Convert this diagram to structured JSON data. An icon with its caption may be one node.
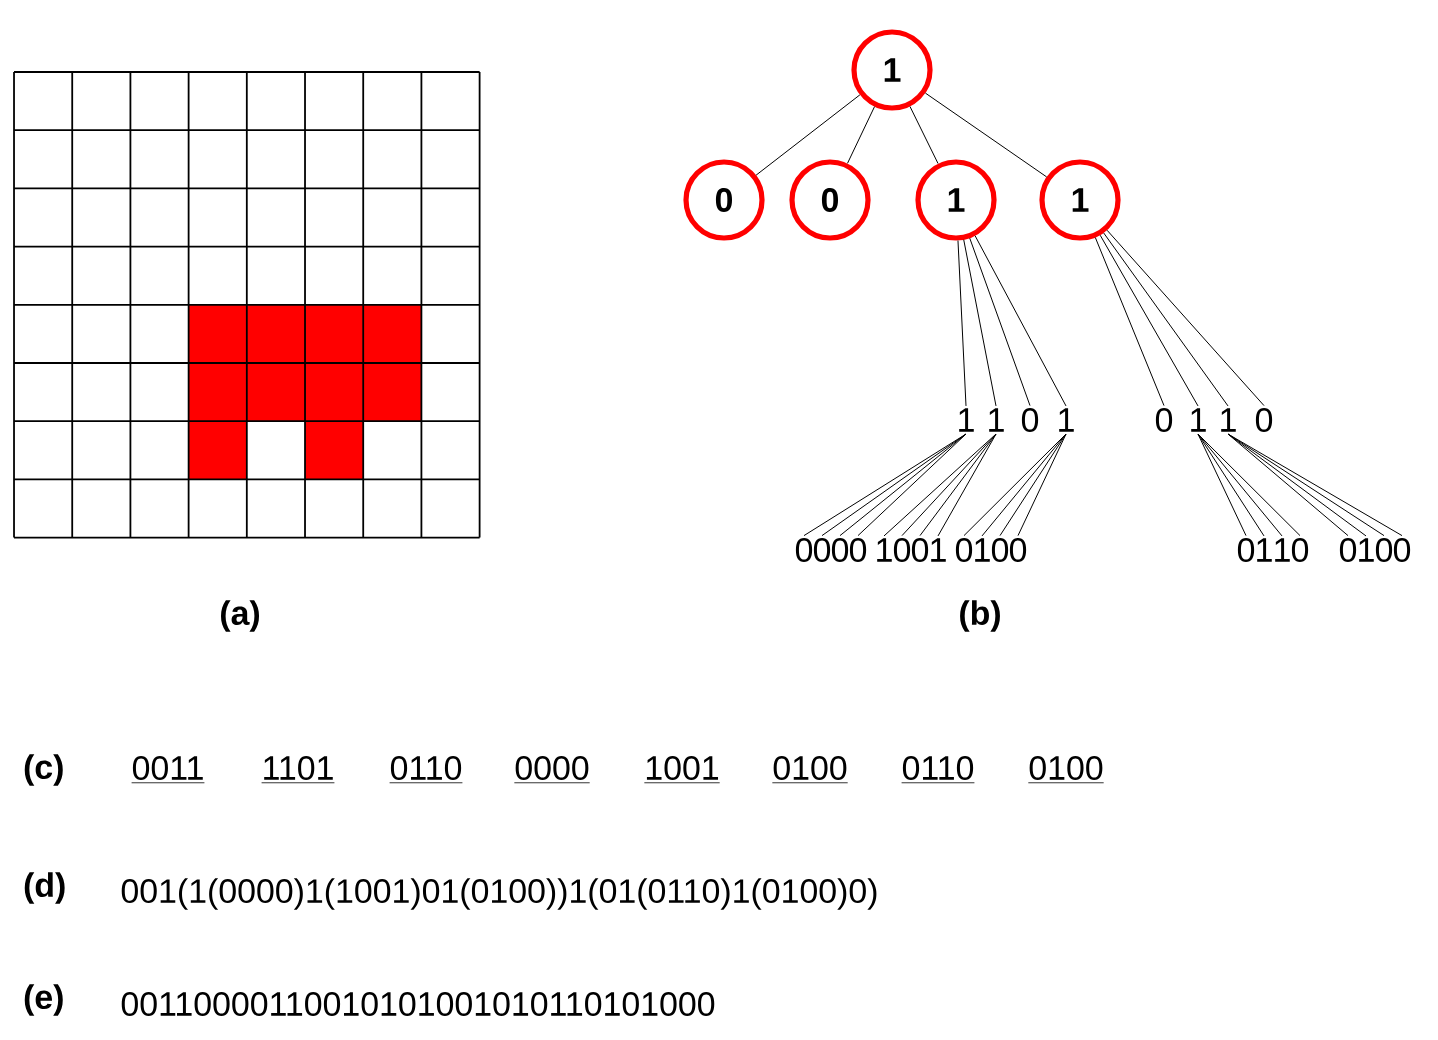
{
  "diagram": {
    "nodes": [
      {
        "text": [
          "1"
        ]
      },
      {
        "text": [
          "0"
        ]
      },
      {
        "text": [
          "0"
        ]
      },
      {
        "text": [
          "1"
        ]
      },
      {
        "text": [
          "1"
        ]
      },
      {
        "text": [
          "1"
        ]
      },
      {
        "text": [
          "1"
        ]
      },
      {
        "text": [
          "0"
        ]
      },
      {
        "text": [
          "1"
        ]
      },
      {
        "text": [
          "0"
        ]
      },
      {
        "text": [
          "1"
        ]
      },
      {
        "text": [
          "1"
        ]
      },
      {
        "text": [
          "0"
        ]
      },
      {
        "text": [
          "0"
        ]
      },
      {
        "text": [
          "0"
        ]
      },
      {
        "text": [
          "0"
        ]
      },
      {
        "text": [
          "0"
        ]
      },
      {
        "text": [
          "1"
        ]
      },
      {
        "text": [
          "0"
        ]
      },
      {
        "text": [
          "0"
        ]
      },
      {
        "text": [
          "1"
        ]
      },
      {
        "text": [
          "0"
        ]
      },
      {
        "text": [
          "1"
        ]
      },
      {
        "text": [
          "0"
        ]
      },
      {
        "text": [
          "0"
        ]
      },
      {
        "text": [
          "0"
        ]
      },
      {
        "text": [
          "1"
        ]
      },
      {
        "text": [
          "1"
        ]
      },
      {
        "text": [
          "0"
        ]
      },
      {
        "text": [
          "0"
        ]
      },
      {
        "text": [
          "1"
        ]
      },
      {
        "text": [
          "0"
        ]
      },
      {
        "text": [
          "0"
        ]
      }
    ],
    "edges": [
      {
        "from": 0,
        "to": 1,
        "arrow": "none"
      },
      {
        "from": 0,
        "to": 2,
        "arrow": "none"
      },
      {
        "from": 0,
        "to": 3,
        "arrow": "none"
      },
      {
        "from": 0,
        "to": 4,
        "arrow": "none"
      },
      {
        "from": 3,
        "to": 5,
        "arrow": "none"
      },
      {
        "from": 3,
        "to": 6,
        "arrow": "none"
      },
      {
        "from": 3,
        "to": 7,
        "arrow": "none"
      },
      {
        "from": 3,
        "to": 8,
        "arrow": "none"
      },
      {
        "from": 4,
        "to": 9,
        "arrow": "none"
      },
      {
        "from": 4,
        "to": 10,
        "arrow": "none"
      },
      {
        "from": 4,
        "to": 11,
        "arrow": "none"
      },
      {
        "from": 4,
        "to": 12,
        "arrow": "none"
      },
      {
        "from": 5,
        "to": 13,
        "arrow": "none"
      },
      {
        "from": 5,
        "to": 14,
        "arrow": "none"
      },
      {
        "from": 5,
        "to": 15,
        "arrow": "none"
      },
      {
        "from": 5,
        "to": 16,
        "arrow": "none"
      },
      {
        "from": 6,
        "to": 17,
        "arrow": "none"
      },
      {
        "from": 6,
        "to": 18,
        "arrow": "none"
      },
      {
        "from": 6,
        "to": 19,
        "arrow": "none"
      },
      {
        "from": 6,
        "to": 20,
        "arrow": "none"
      },
      {
        "from": 8,
        "to": 21,
        "arrow": "none"
      },
      {
        "from": 8,
        "to": 22,
        "arrow": "none"
      },
      {
        "from": 8,
        "to": 23,
        "arrow": "none"
      },
      {
        "from": 8,
        "to": 24,
        "arrow": "none"
      },
      {
        "from": 10,
        "to": 25,
        "arrow": "none"
      },
      {
        "from": 10,
        "to": 26,
        "arrow": "none"
      },
      {
        "from": 10,
        "to": 27,
        "arrow": "none"
      },
      {
        "from": 10,
        "to": 28,
        "arrow": "none"
      },
      {
        "from": 11,
        "to": 29,
        "arrow": "none"
      },
      {
        "from": 11,
        "to": 30,
        "arrow": "none"
      },
      {
        "from": 11,
        "to": 31,
        "arrow": "none"
      },
      {
        "from": 11,
        "to": 32,
        "arrow": "none"
      }
    ],
    "labels": [
      "(a)",
      "(b)",
      "(c)",
      "0011",
      "1101",
      "0110",
      "0000",
      "1001",
      "0100",
      "0110",
      "0100",
      "(d)",
      "001(1(0000)1(1001)01(0100))1(01(0110)1(0100)0)",
      "(e)",
      "00110000110010101001010110101000"
    ]
  }
}
